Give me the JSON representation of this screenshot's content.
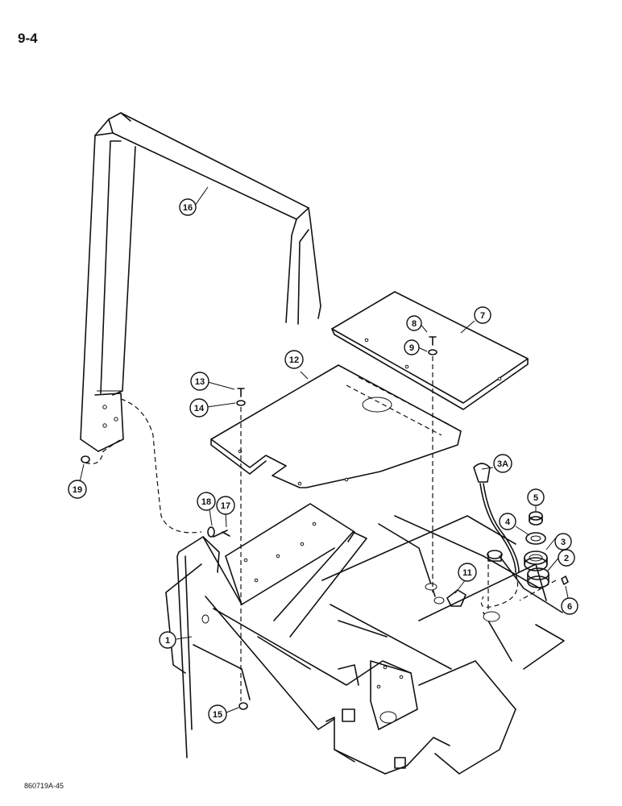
{
  "page_number": "9-4",
  "footer_code": "860719A-45",
  "callouts": {
    "c1": "1",
    "c2": "2",
    "c3": "3",
    "c3a": "3A",
    "c4": "4",
    "c5": "5",
    "c6": "6",
    "c7": "7",
    "c8": "8",
    "c9": "9",
    "c11": "11",
    "c12": "12",
    "c13": "13",
    "c14": "14",
    "c15": "15",
    "c16": "16",
    "c17": "17",
    "c18": "18",
    "c19": "19"
  }
}
